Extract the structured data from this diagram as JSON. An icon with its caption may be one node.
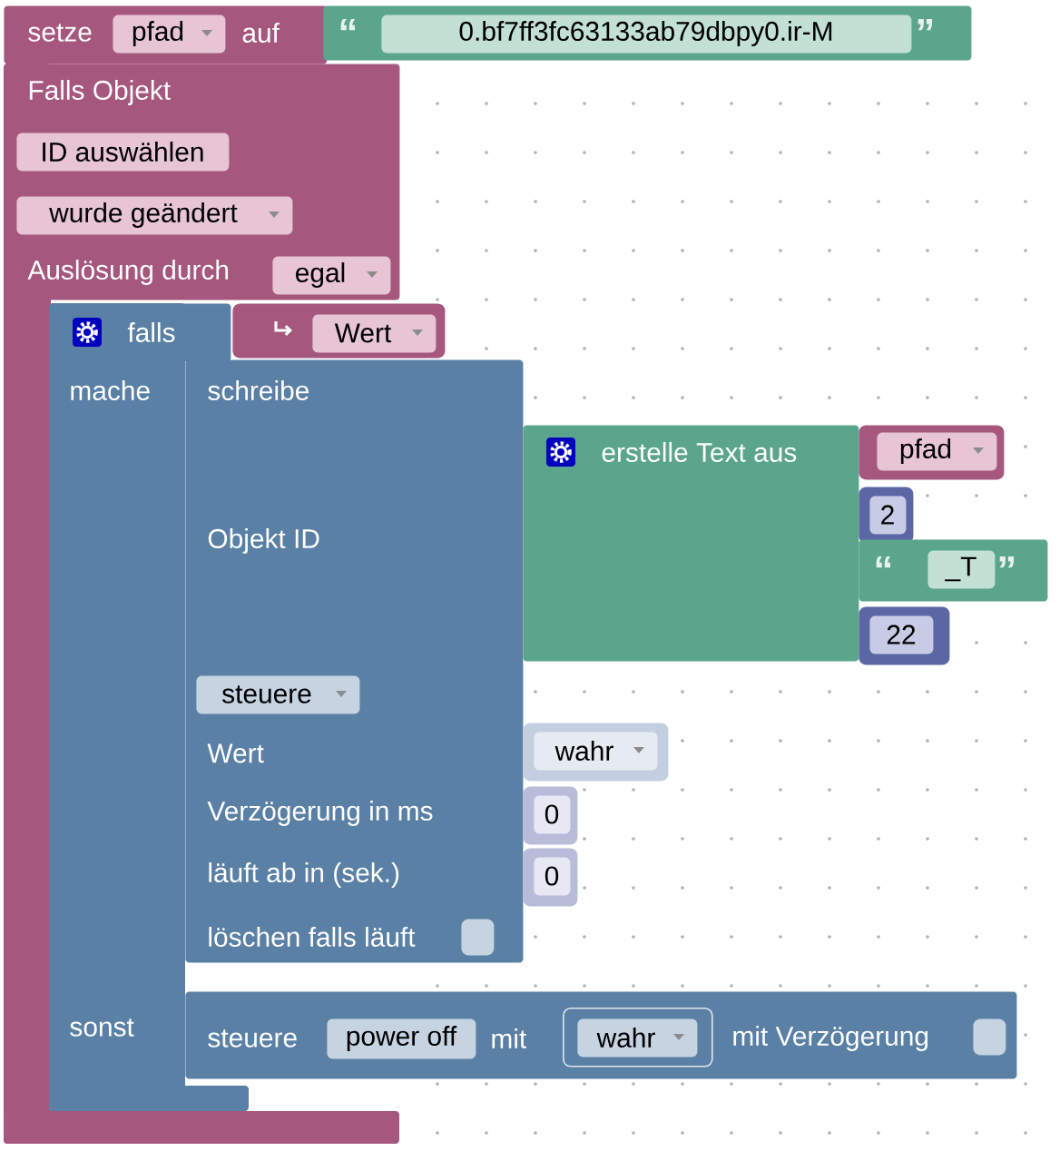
{
  "diagram": {
    "nodes": [
      {
        "text": [
          "setze",
          "auf"
        ]
      },
      {
        "text": [
          "pfad"
        ],
        "in": 0
      },
      {
        "text": [
          "“",
          "”"
        ]
      },
      {
        "text": [
          "0.bf7ff3fc63133ab79dbpy0.ir-M"
        ],
        "in": 2
      },
      {
        "text": [
          "Falls Objekt",
          "Auslösung durch"
        ]
      },
      {
        "text": [
          "ID auswählen"
        ],
        "in": 4
      },
      {
        "text": [
          "wurde geändert"
        ],
        "in": 4
      },
      {
        "text": [
          "egal"
        ],
        "in": 4
      },
      {
        "text": [
          "falls",
          "mache",
          "sonst"
        ],
        "in": 4
      },
      {
        "text": [],
        "shape": "box"
      },
      {
        "text": [
          "Wert"
        ],
        "in": 9
      },
      {
        "text": [
          "schreibe",
          "Objekt ID",
          "Wert",
          "Verzögerung in ms",
          "läuft ab in (sek.)",
          "löschen falls läuft"
        ]
      },
      {
        "text": [
          "steuere"
        ]
      },
      {
        "text": [],
        "shape": "box",
        "in": 11
      },
      {
        "text": [
          "erstelle Text aus"
        ]
      },
      {
        "text": [],
        "shape": "box"
      },
      {
        "text": [
          "pfad"
        ],
        "in": 15
      },
      {
        "text": [],
        "shape": "box"
      },
      {
        "text": [
          "2"
        ],
        "in": 17
      },
      {
        "text": [
          "“",
          "”"
        ]
      },
      {
        "text": [
          "_T"
        ],
        "in": 19
      },
      {
        "text": [],
        "shape": "box"
      },
      {
        "text": [
          "22"
        ],
        "in": 21
      },
      {
        "text": [],
        "shape": "box"
      },
      {
        "text": [
          "wahr"
        ],
        "in": 23
      },
      {
        "text": [],
        "shape": "box"
      },
      {
        "text": [
          "0"
        ],
        "in": 25
      },
      {
        "text": [],
        "shape": "box"
      },
      {
        "text": [
          "0"
        ],
        "in": 27
      },
      {
        "text": [
          "steuere",
          "mit",
          "mit Verzögerung"
        ]
      },
      {
        "text": [
          "power off"
        ],
        "in": 29
      },
      {
        "text": [],
        "shape": "box",
        "in": 29
      },
      {
        "text": [
          "wahr"
        ],
        "in": 31
      },
      {
        "text": [],
        "shape": "box",
        "in": 29
      }
    ]
  }
}
